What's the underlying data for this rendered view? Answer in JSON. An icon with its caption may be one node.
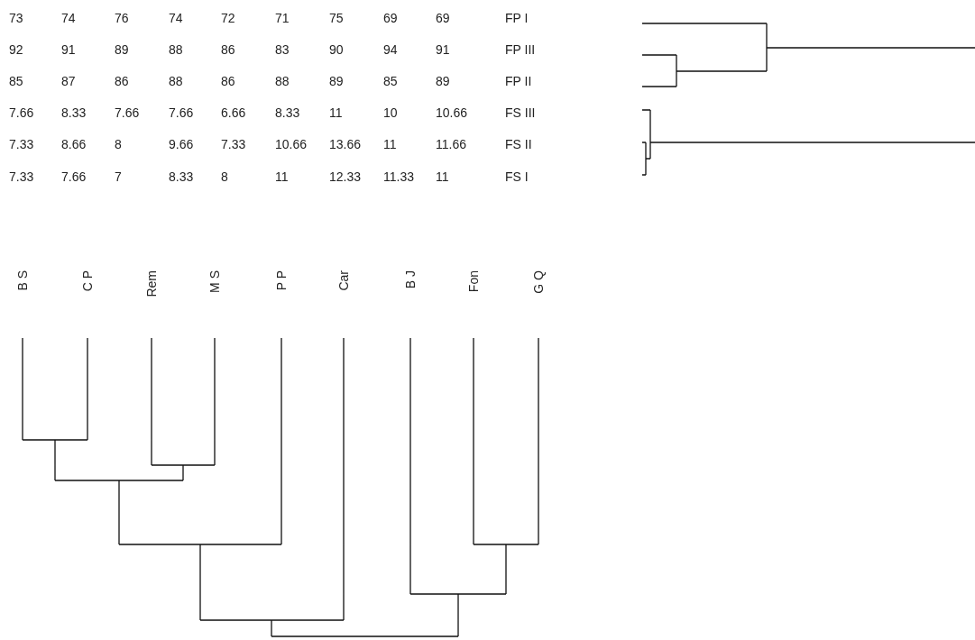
{
  "diagram": {
    "labels": [
      "73",
      "74",
      "76",
      "74",
      "72",
      "71",
      "75",
      "69",
      "69",
      "FP I",
      "92",
      "91",
      "89",
      "88",
      "86",
      "83",
      "90",
      "94",
      "91",
      "FP III",
      "85",
      "87",
      "86",
      "88",
      "86",
      "88",
      "89",
      "85",
      "89",
      "FP II",
      "7.66",
      "8.33",
      "7.66",
      "7.66",
      "6.66",
      "8.33",
      "11",
      "10",
      "10.66",
      "FS III",
      "7.33",
      "8.66",
      "8",
      "9.66",
      "7.33",
      "10.66",
      "13.66",
      "11",
      "11.66",
      "FS II",
      "7.33",
      "7.66",
      "7",
      "8.33",
      "8",
      "11",
      "12.33",
      "11.33",
      "11",
      "FS I",
      "B S",
      "C P",
      "Rem",
      "M S",
      "P P",
      "Car",
      "B J",
      "Fon",
      "G Q"
    ]
  }
}
